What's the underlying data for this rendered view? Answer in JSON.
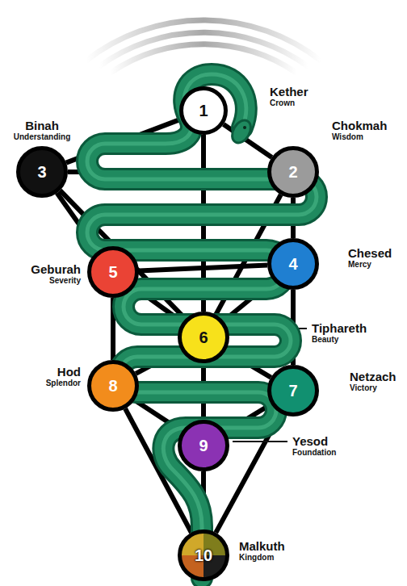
{
  "diagram": {
    "nodes": [
      {
        "text": [
          "1",
          "Kether",
          "Crown"
        ]
      },
      {
        "text": [
          "3",
          "Binah",
          "Understanding"
        ]
      },
      {
        "text": [
          "2",
          "Chokmah",
          "Wisdom"
        ]
      },
      {
        "text": [
          "5",
          "Geburah",
          "Severity"
        ]
      },
      {
        "text": [
          "4",
          "Chesed",
          "Mercy"
        ]
      },
      {
        "text": [
          "6",
          "Tiphareth",
          "Beauty"
        ]
      },
      {
        "text": [
          "8",
          "Hod",
          "Splendor"
        ]
      },
      {
        "text": [
          "7",
          "Netzach",
          "Victory"
        ]
      },
      {
        "text": [
          "9",
          "Yesod",
          "Foundation"
        ]
      },
      {
        "text": [
          "10",
          "Malkuth",
          "Kingdom"
        ]
      }
    ],
    "edges": [
      {
        "from": 0,
        "to": 2,
        "arrow": "none"
      },
      {
        "from": 0,
        "to": 1,
        "arrow": "none"
      },
      {
        "from": 0,
        "to": 5,
        "arrow": "none"
      },
      {
        "from": 1,
        "to": 2,
        "arrow": "none"
      },
      {
        "from": 2,
        "to": 4,
        "arrow": "none"
      },
      {
        "from": 2,
        "to": 5,
        "arrow": "none"
      },
      {
        "from": 1,
        "to": 3,
        "arrow": "none"
      },
      {
        "from": 1,
        "to": 5,
        "arrow": "none"
      },
      {
        "from": 3,
        "to": 4,
        "arrow": "none"
      },
      {
        "from": 4,
        "to": 5,
        "arrow": "none"
      },
      {
        "from": 4,
        "to": 7,
        "arrow": "none"
      },
      {
        "from": 3,
        "to": 5,
        "arrow": "none"
      },
      {
        "from": 3,
        "to": 6,
        "arrow": "none"
      },
      {
        "from": 5,
        "to": 7,
        "arrow": "none"
      },
      {
        "from": 5,
        "to": 6,
        "arrow": "none"
      },
      {
        "from": 5,
        "to": 8,
        "arrow": "none"
      },
      {
        "from": 6,
        "to": 7,
        "arrow": "none"
      },
      {
        "from": 7,
        "to": 8,
        "arrow": "none"
      },
      {
        "from": 7,
        "to": 9,
        "arrow": "none"
      },
      {
        "from": 6,
        "to": 8,
        "arrow": "none"
      },
      {
        "from": 6,
        "to": 9,
        "arrow": "none"
      },
      {
        "from": 8,
        "to": 9,
        "arrow": "none"
      }
    ]
  }
}
